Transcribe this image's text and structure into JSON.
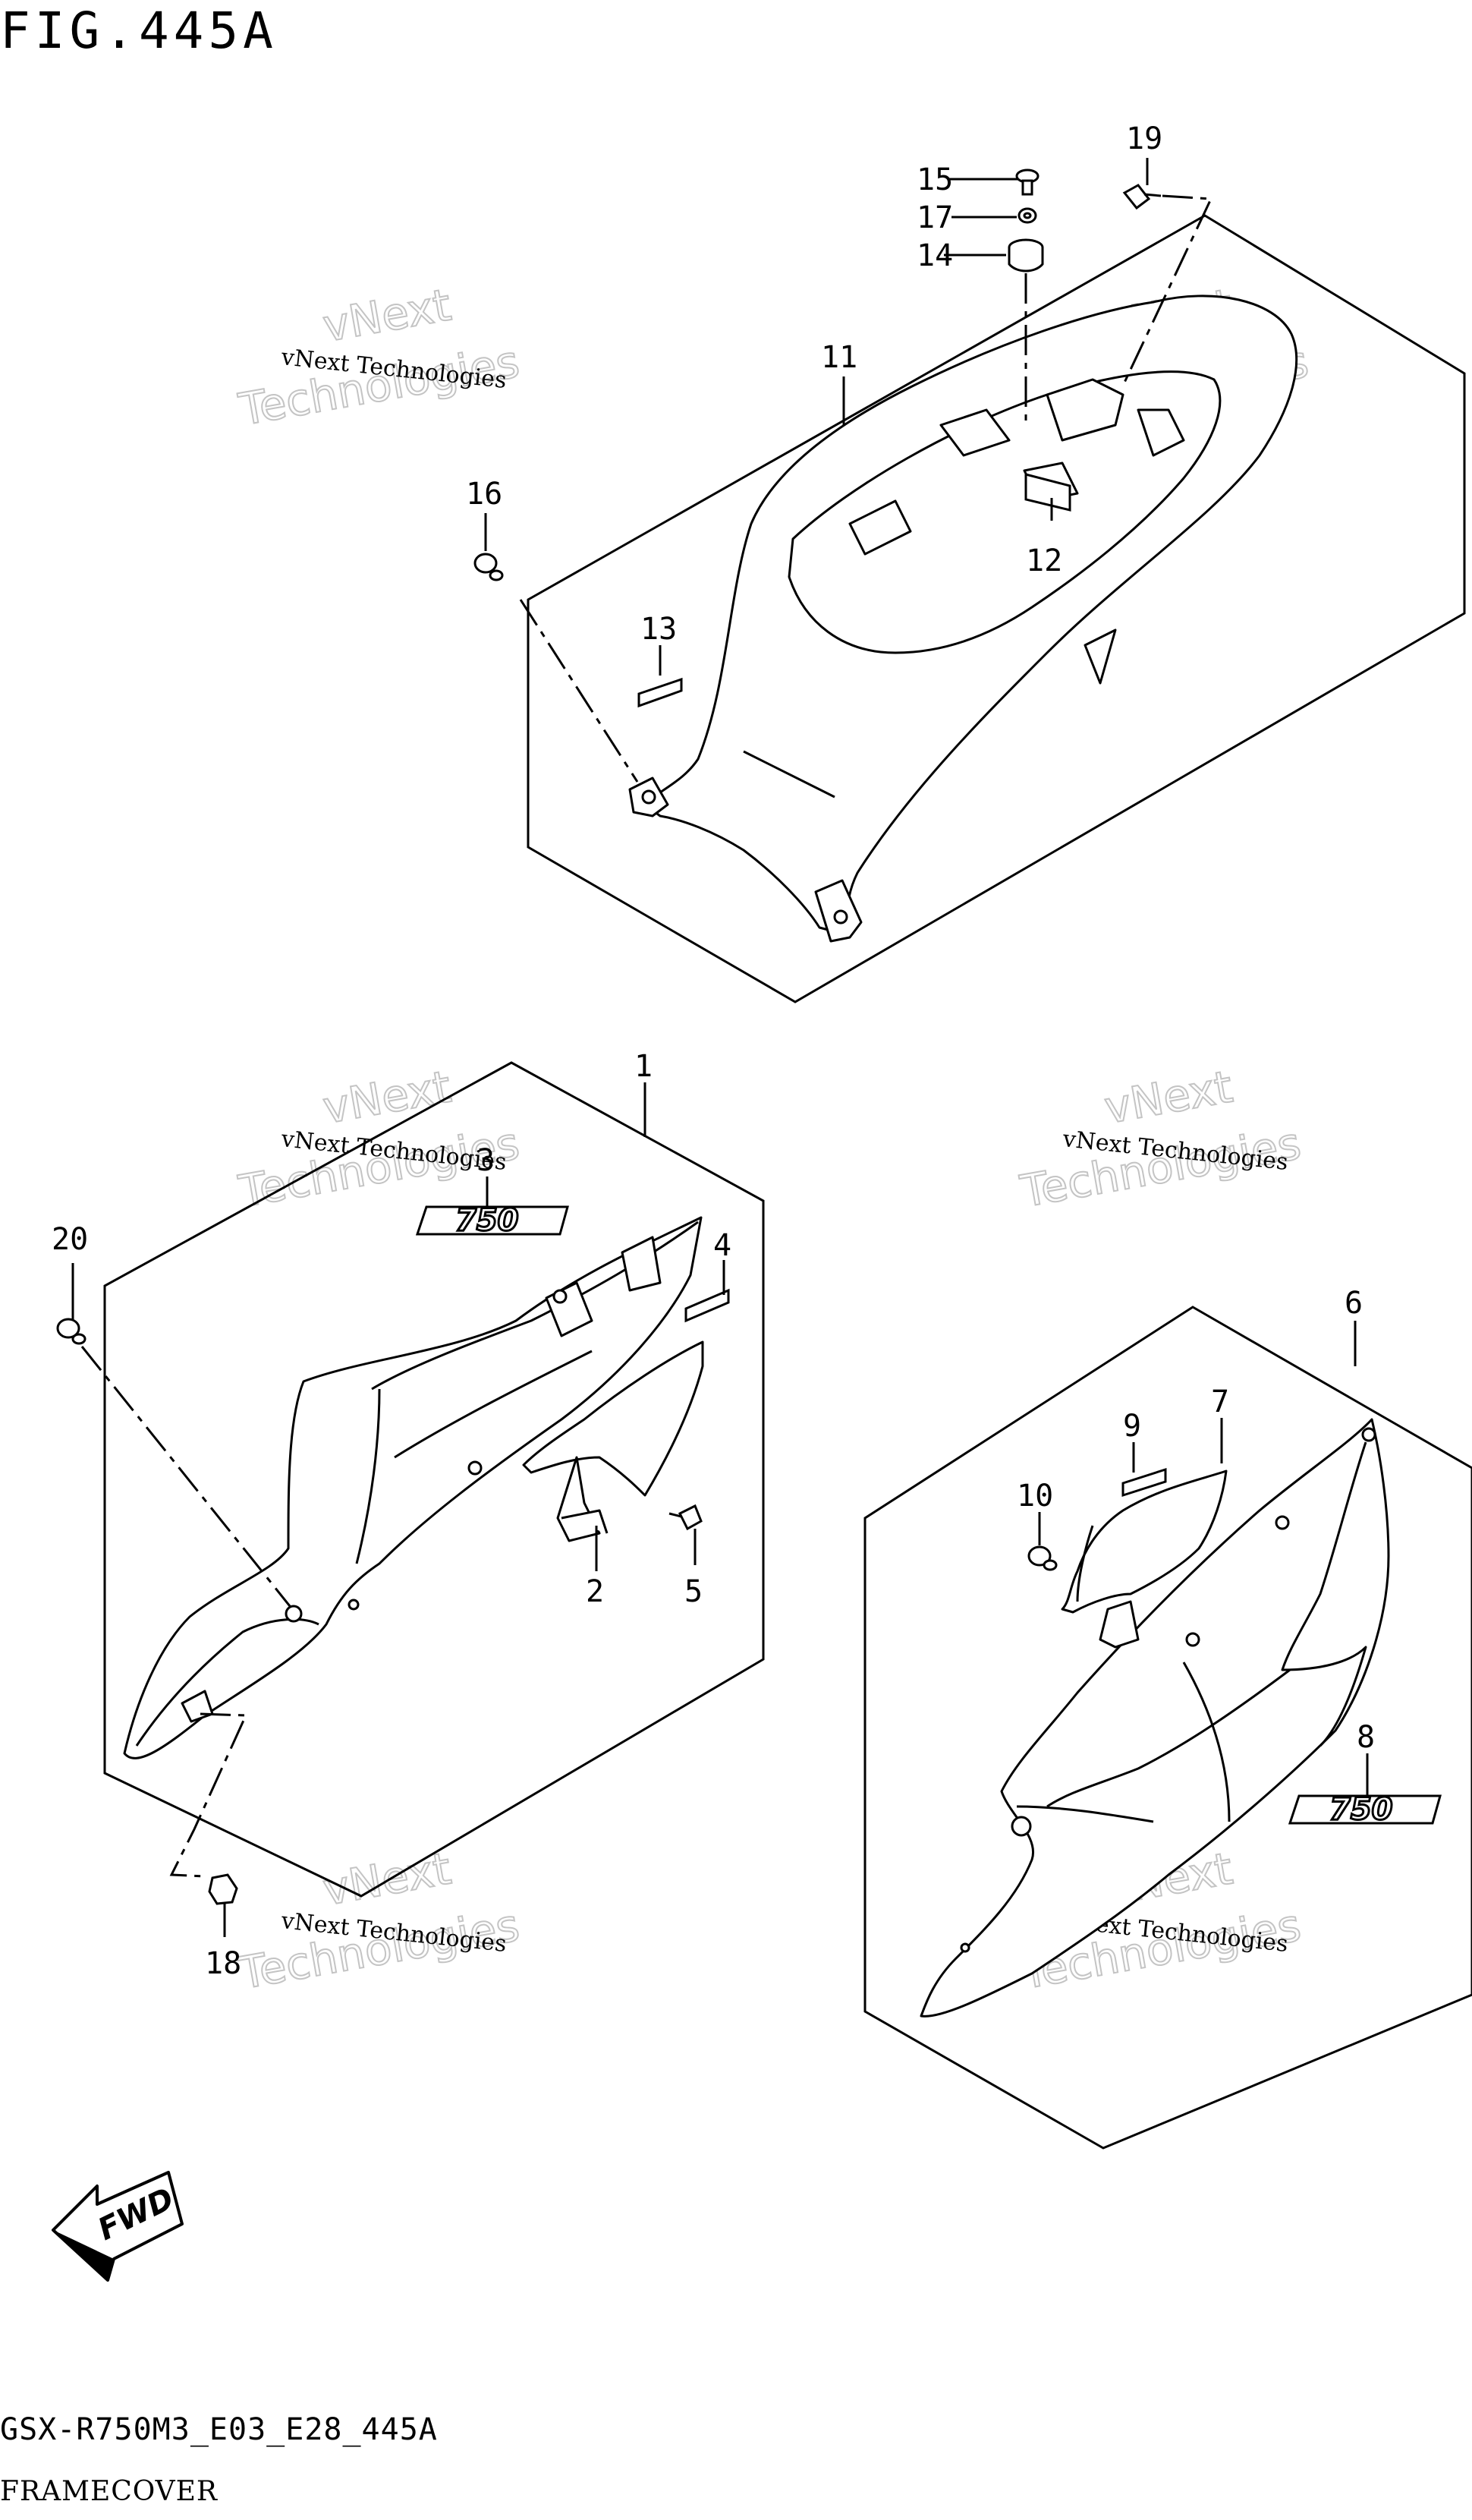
{
  "figure": {
    "title": "FIG.445A",
    "code": "GSX-R750M3_E03_E28_445A",
    "name": "FRAMECOVER"
  },
  "callouts": [
    {
      "id": "1",
      "label": "1"
    },
    {
      "id": "2",
      "label": "2"
    },
    {
      "id": "3",
      "label": "3"
    },
    {
      "id": "4",
      "label": "4"
    },
    {
      "id": "5",
      "label": "5"
    },
    {
      "id": "6",
      "label": "6"
    },
    {
      "id": "7",
      "label": "7"
    },
    {
      "id": "8",
      "label": "8"
    },
    {
      "id": "9",
      "label": "9"
    },
    {
      "id": "10",
      "label": "10"
    },
    {
      "id": "11",
      "label": "11"
    },
    {
      "id": "12",
      "label": "12"
    },
    {
      "id": "13",
      "label": "13"
    },
    {
      "id": "14",
      "label": "14"
    },
    {
      "id": "15",
      "label": "15"
    },
    {
      "id": "16",
      "label": "16"
    },
    {
      "id": "17",
      "label": "17"
    },
    {
      "id": "18",
      "label": "18"
    },
    {
      "id": "19",
      "label": "19"
    },
    {
      "id": "20",
      "label": "20"
    }
  ],
  "watermark": {
    "line1": "vNext Technologies",
    "line2a": "vNext",
    "line2b": "Technologies"
  },
  "decals": {
    "logo_text": "750",
    "fwd_text": "FWD"
  }
}
